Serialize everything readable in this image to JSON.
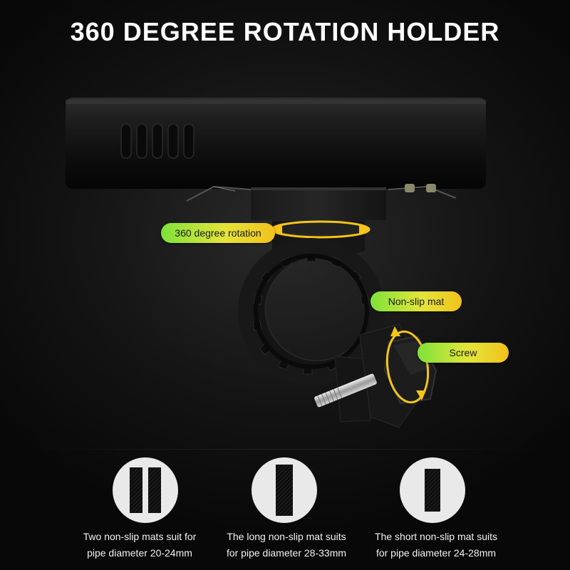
{
  "header": {
    "title": "360 DEGREE ROTATION HOLDER"
  },
  "callouts": {
    "rotation": "360 degree rotation",
    "non_slip_mat": "Non-slip mat",
    "screw": "Screw"
  },
  "mat_options": [
    {
      "line1": "Two non-slip mats suit for",
      "line2": "pipe diameter 20-24mm"
    },
    {
      "line1": "The long non-slip mat suits",
      "line2": "for pipe diameter 28-33mm"
    },
    {
      "line1": "The short non-slip mat suits",
      "line2": "for pipe diameter 24-28mm"
    }
  ],
  "colors": {
    "callout_gradient_start": "#7ee23a",
    "callout_gradient_end": "#f2c21b",
    "arrow_color": "#f5c518",
    "background": "#111111"
  }
}
